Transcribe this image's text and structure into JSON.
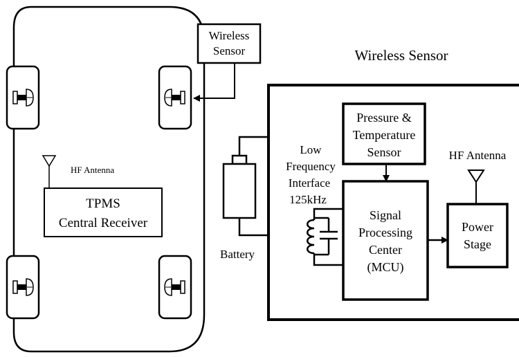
{
  "car": {
    "hf_antenna_label": "HF Antenna",
    "receiver_line1": "TPMS",
    "receiver_line2": "Central Receiver",
    "callout_line1": "Wireless",
    "callout_line2": "Sensor"
  },
  "sensor": {
    "title": "Wireless Sensor",
    "battery_label": "Battery",
    "lf_line1": "Low",
    "lf_line2": "Frequency",
    "lf_line3": "Interface",
    "lf_line4": "125kHz",
    "pt_line1": "Pressure &",
    "pt_line2": "Temperature",
    "pt_line3": "Sensor",
    "spc_line1": "Signal",
    "spc_line2": "Processing",
    "spc_line3": "Center",
    "spc_line4": "(MCU)",
    "hf_antenna_label": "HF Antenna",
    "power_line1": "Power",
    "power_line2": "Stage"
  }
}
